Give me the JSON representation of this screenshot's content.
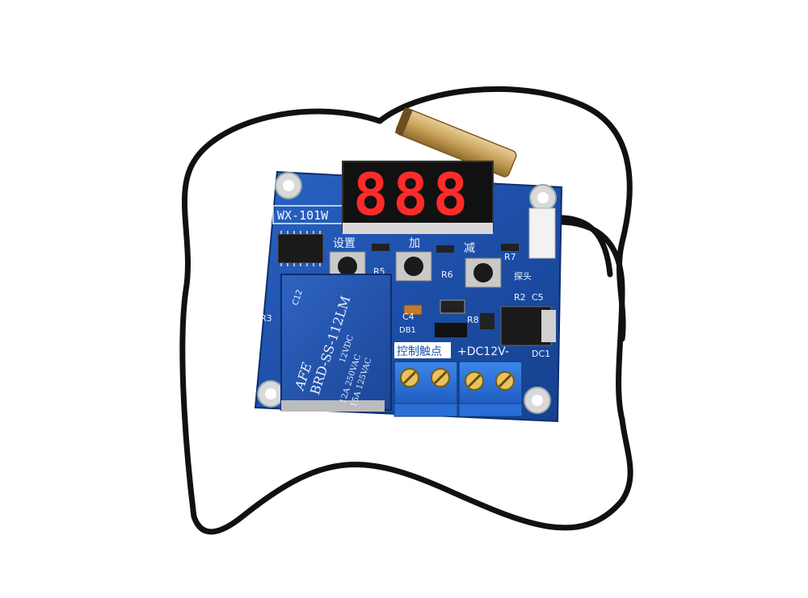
{
  "product": {
    "model_label": "WX-101W",
    "display_readout": "888"
  },
  "buttons": {
    "set_label": "设置",
    "plus_label": "加",
    "minus_label": "减"
  },
  "relay": {
    "brand": "AFE",
    "model": "BRD-SS-112LM",
    "coil_rating": "12VDC",
    "contact_rating_1": "12A 250VAC",
    "contact_rating_2": "15A 125VAC"
  },
  "terminals": {
    "control_label": "控制触点",
    "power_label": "+DC12V-"
  },
  "silkscreen": {
    "r5": "R5",
    "r6": "R6",
    "r7": "R7",
    "r2": "R2",
    "r3": "R3",
    "r8": "R8",
    "c5": "C5",
    "c4": "C4",
    "c12": "C12",
    "dc1": "DC1",
    "db1": "DB1",
    "probe_label": "探头"
  },
  "colors": {
    "pcb_blue": "#1d4fa8",
    "display_red": "#ff2a2a",
    "terminal_blue": "#2a6fd6",
    "probe_brass": "#c8a15a"
  }
}
